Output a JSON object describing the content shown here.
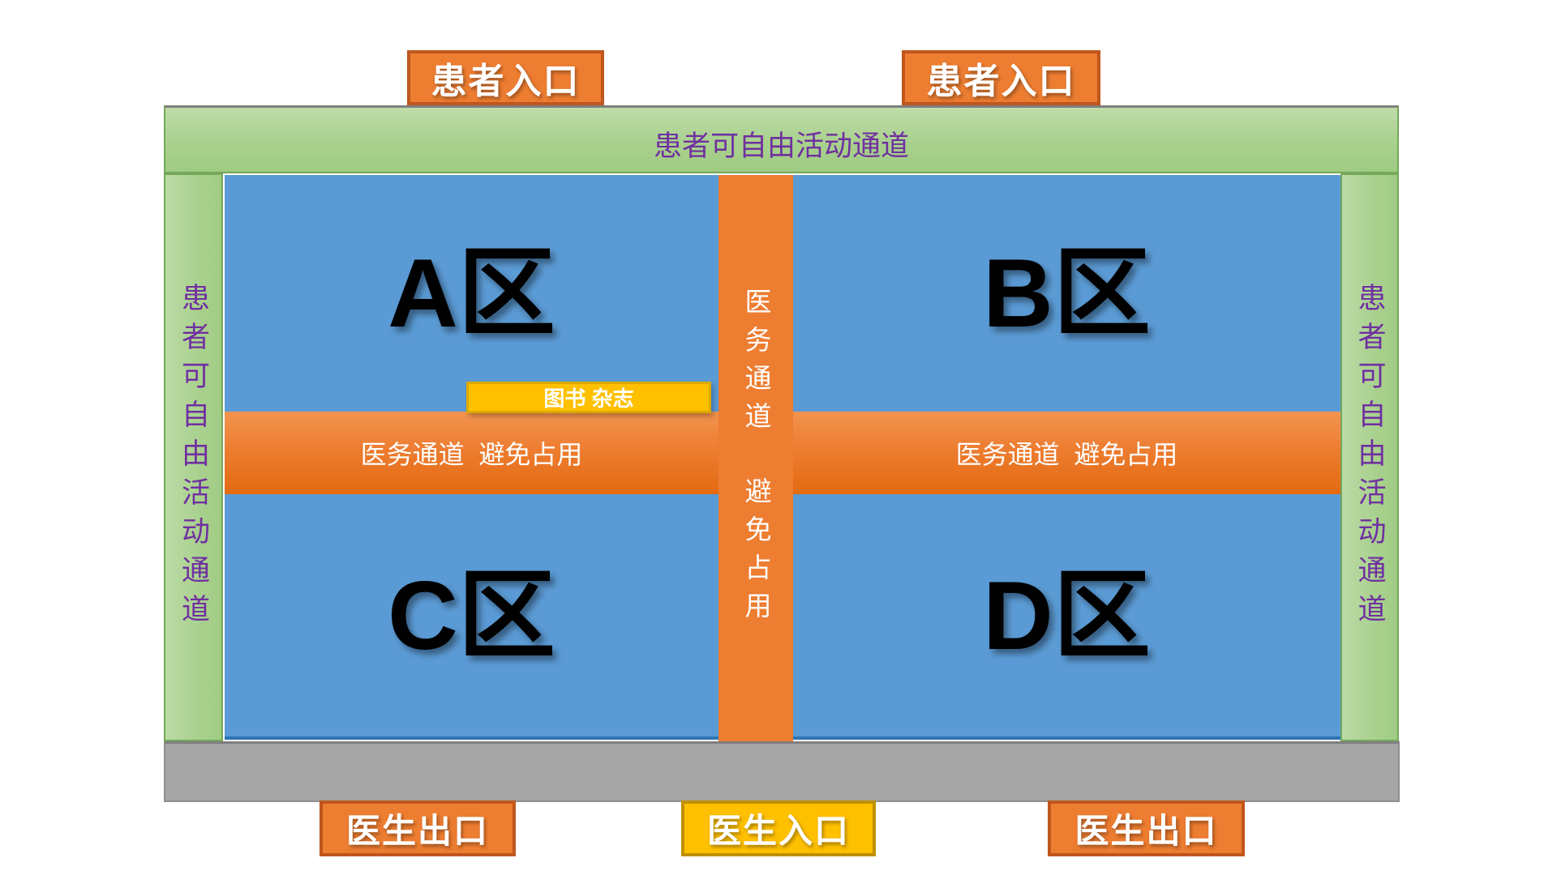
{
  "palette": {
    "zone_blue": "#5B9BD5",
    "corridor_orange": "#ED7D31",
    "orange_border": "#C0561D",
    "patient_green": "#A9D18E",
    "green_border": "#74A85A",
    "purple_text": "#7030A0",
    "gold": "#FFC000",
    "gold_border": "#BF9000",
    "wall_gray": "#A6A6A6"
  },
  "top_entrances": {
    "left_label": "患者入口",
    "right_label": "患者入口"
  },
  "patient_corridors": {
    "top_label": "患者可自由活动通道",
    "left_label": "患者可自由活动通道",
    "right_label": "患者可自由活动通道"
  },
  "zones": {
    "a_label": "A区",
    "b_label": "B区",
    "c_label": "C区",
    "d_label": "D区"
  },
  "medical_corridor": {
    "vertical_line1": "医务通道",
    "vertical_line2": "避免占用",
    "left_label": "医务通道  避免占用",
    "right_label": "医务通道  避免占用"
  },
  "books_box": {
    "label": "图书 杂志"
  },
  "bottom_doors": {
    "exit_left_label": "医生出口",
    "entrance_label": "医生入口",
    "exit_right_label": "医生出口"
  }
}
